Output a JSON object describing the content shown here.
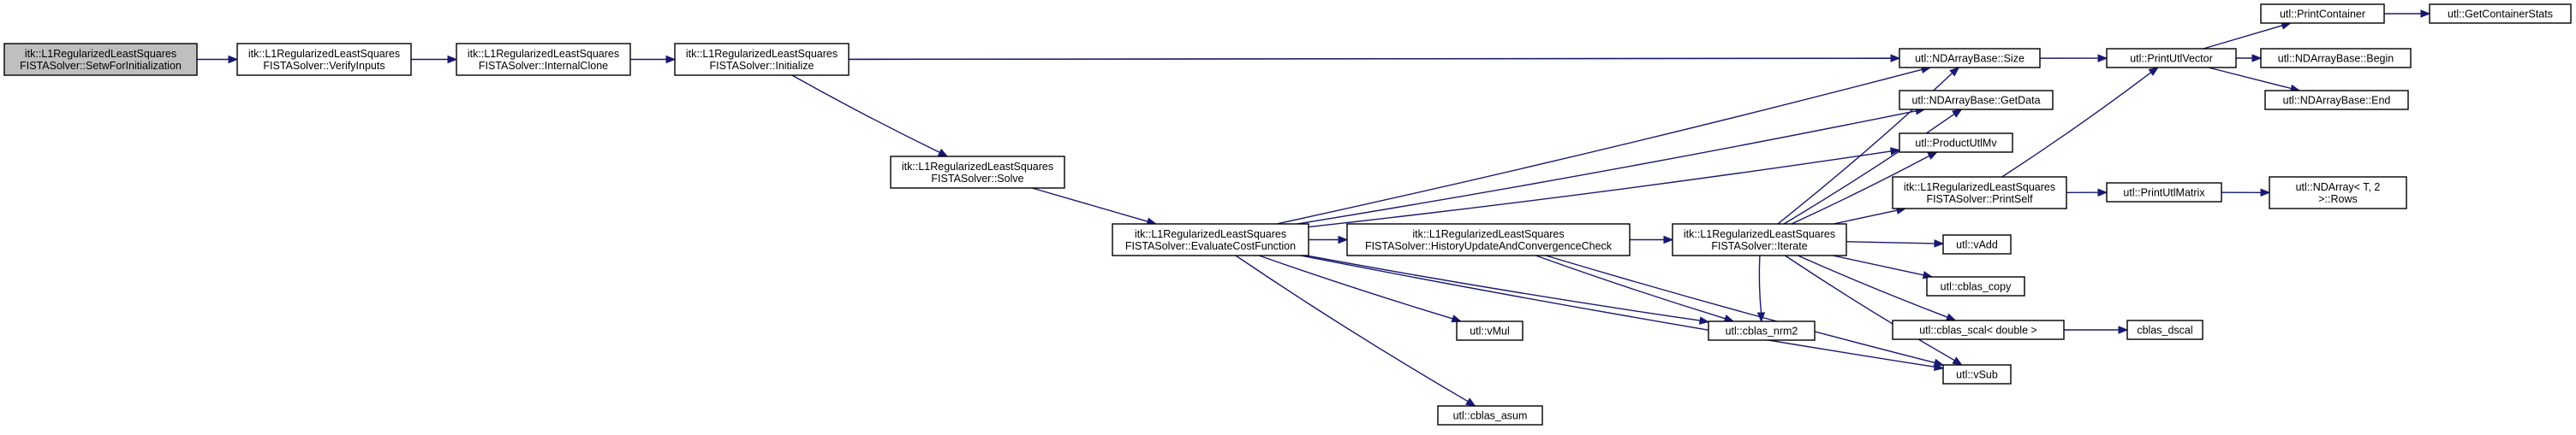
{
  "colors": {
    "background": "#ffffff",
    "node_fill": "#ffffff",
    "root_fill": "#bfbfbf",
    "node_stroke": "#000000",
    "edge": "#191970"
  },
  "nodes": [
    {
      "id": "setw",
      "lines": [
        "itk::L1RegularizedLeastSquares",
        "FISTASolver::SetwForInitialization"
      ],
      "root": true
    },
    {
      "id": "verify",
      "lines": [
        "itk::L1RegularizedLeastSquares",
        "FISTASolver::VerifyInputs"
      ]
    },
    {
      "id": "clone",
      "lines": [
        "itk::L1RegularizedLeastSquares",
        "FISTASolver::InternalClone"
      ]
    },
    {
      "id": "init",
      "lines": [
        "itk::L1RegularizedLeastSquares",
        "FISTASolver::Initialize"
      ]
    },
    {
      "id": "solve",
      "lines": [
        "itk::L1RegularizedLeastSquares",
        "FISTASolver::Solve"
      ]
    },
    {
      "id": "evalcost",
      "lines": [
        "itk::L1RegularizedLeastSquares",
        "FISTASolver::EvaluateCostFunction"
      ]
    },
    {
      "id": "history",
      "lines": [
        "itk::L1RegularizedLeastSquares",
        "FISTASolver::HistoryUpdateAndConvergenceCheck"
      ]
    },
    {
      "id": "iterate",
      "lines": [
        "itk::L1RegularizedLeastSquares",
        "FISTASolver::Iterate"
      ]
    },
    {
      "id": "vmul",
      "lines": [
        "utl::vMul"
      ]
    },
    {
      "id": "asum",
      "lines": [
        "utl::cblas_asum"
      ]
    },
    {
      "id": "nrm2",
      "lines": [
        "utl::cblas_nrm2"
      ]
    },
    {
      "id": "size",
      "lines": [
        "utl::NDArrayBase::Size"
      ]
    },
    {
      "id": "getdata",
      "lines": [
        "utl::NDArrayBase::GetData"
      ]
    },
    {
      "id": "productmv",
      "lines": [
        "utl::ProductUtlMv"
      ]
    },
    {
      "id": "printself",
      "lines": [
        "itk::L1RegularizedLeastSquares",
        "FISTASolver::PrintSelf"
      ]
    },
    {
      "id": "vadd",
      "lines": [
        "utl::vAdd"
      ]
    },
    {
      "id": "copy",
      "lines": [
        "utl::cblas_copy"
      ]
    },
    {
      "id": "scal",
      "lines": [
        "utl::cblas_scal< double >"
      ]
    },
    {
      "id": "vsub",
      "lines": [
        "utl::vSub"
      ]
    },
    {
      "id": "printvector",
      "lines": [
        "utl::PrintUtlVector"
      ]
    },
    {
      "id": "printmatrix",
      "lines": [
        "utl::PrintUtlMatrix"
      ]
    },
    {
      "id": "dscal",
      "lines": [
        "cblas_dscal"
      ]
    },
    {
      "id": "printcontainer",
      "lines": [
        "utl::PrintContainer"
      ]
    },
    {
      "id": "begin",
      "lines": [
        "utl::NDArrayBase::Begin"
      ]
    },
    {
      "id": "end",
      "lines": [
        "utl::NDArrayBase::End"
      ]
    },
    {
      "id": "rows",
      "lines": [
        "utl::NDArray< T, 2",
        " >::Rows"
      ]
    },
    {
      "id": "stats",
      "lines": [
        "utl::GetContainerStats"
      ]
    }
  ],
  "edges": [
    [
      "setw",
      "verify"
    ],
    [
      "verify",
      "clone"
    ],
    [
      "clone",
      "init"
    ],
    [
      "init",
      "printvector"
    ],
    [
      "init",
      "size"
    ],
    [
      "init",
      "solve"
    ],
    [
      "solve",
      "evalcost"
    ],
    [
      "evalcost",
      "size"
    ],
    [
      "evalcost",
      "getdata"
    ],
    [
      "evalcost",
      "productmv"
    ],
    [
      "evalcost",
      "history"
    ],
    [
      "evalcost",
      "nrm2"
    ],
    [
      "evalcost",
      "vmul"
    ],
    [
      "evalcost",
      "vsub"
    ],
    [
      "evalcost",
      "asum"
    ],
    [
      "history",
      "iterate"
    ],
    [
      "history",
      "nrm2"
    ],
    [
      "history",
      "vsub"
    ],
    [
      "iterate",
      "size"
    ],
    [
      "iterate",
      "getdata"
    ],
    [
      "iterate",
      "productmv"
    ],
    [
      "iterate",
      "printself"
    ],
    [
      "iterate",
      "vadd"
    ],
    [
      "iterate",
      "copy"
    ],
    [
      "iterate",
      "scal"
    ],
    [
      "iterate",
      "vsub"
    ],
    [
      "iterate",
      "nrm2"
    ],
    [
      "printself",
      "printvector"
    ],
    [
      "printself",
      "printmatrix"
    ],
    [
      "printvector",
      "printcontainer"
    ],
    [
      "printvector",
      "begin"
    ],
    [
      "printvector",
      "end"
    ],
    [
      "printmatrix",
      "rows"
    ],
    [
      "scal",
      "dscal"
    ],
    [
      "printcontainer",
      "stats"
    ]
  ]
}
